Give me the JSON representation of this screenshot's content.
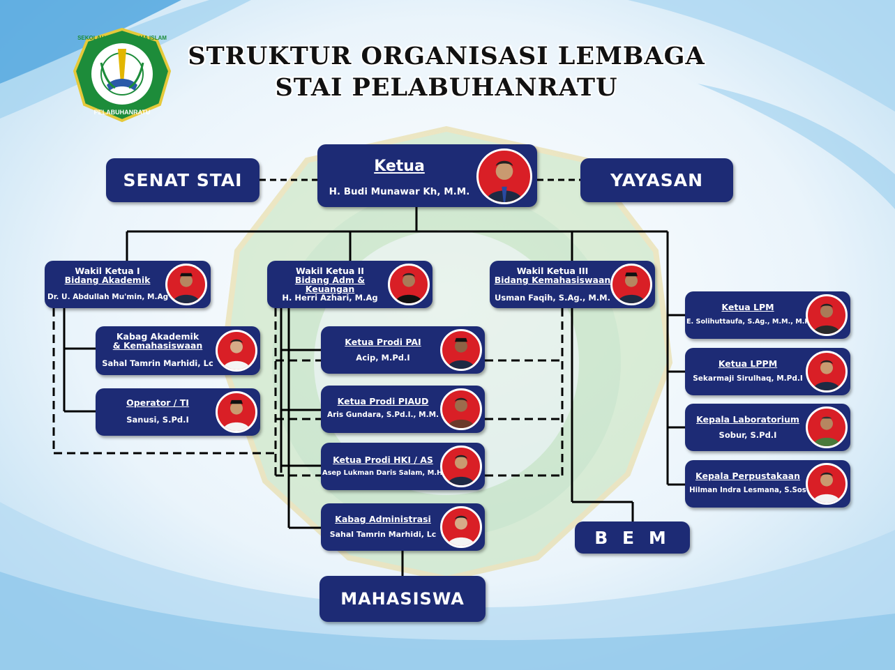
{
  "title": {
    "line1": "STRUKTUR ORGANISASI LEMBAGA",
    "line2": "STAI PELABUHANRATU"
  },
  "logo": {
    "ring_text": "SEKOLAH TINGGI AGAMA ISLAM",
    "bottom_text": "PELABUHANRATU"
  },
  "boxes": {
    "senat": "SENAT STAI",
    "yayasan": "YAYASAN",
    "bem": "B E M",
    "mahasiswa": "MAHASISWA"
  },
  "ketua": {
    "role": "Ketua",
    "name": "H. Budi Munawar Kh, M.M."
  },
  "wakil1": {
    "role1": "Wakil Ketua I",
    "role2": "Bidang Akademik",
    "name": "Dr. U. Abdullah Mu'min, M.Ag"
  },
  "wakil2": {
    "role1": "Wakil Ketua II",
    "role2": "Bidang Adm & Keuangan",
    "name": "H. Herri Azhari, M.Ag"
  },
  "wakil3": {
    "role1": "Wakil Ketua III",
    "role2": "Bidang Kemahasiswaan",
    "name": "Usman Faqih, S.Ag., M.M."
  },
  "kabag_akademik": {
    "role1": "Kabag Akademik",
    "role2": "& Kemahasiswaan",
    "name": "Sahal Tamrin Marhidi, Lc"
  },
  "operator": {
    "role1": "Operator / TI",
    "name": "Sanusi, S.Pd.I"
  },
  "prodi_pai": {
    "role1": "Ketua Prodi PAI",
    "name": "Acip, M.Pd.I"
  },
  "prodi_piaud": {
    "role1": "Ketua Prodi PIAUD",
    "name": "Aris Gundara, S.Pd.I., M.M."
  },
  "prodi_hki": {
    "role1": "Ketua Prodi HKI / AS",
    "name": "Asep Lukman Daris Salam, M.H."
  },
  "kabag_adm": {
    "role1": "Kabag Administrasi",
    "name": "Sahal Tamrin Marhidi, Lc"
  },
  "lpm": {
    "role1": "Ketua LPM",
    "name": "E. Solihuttaufa, S.Ag., M.M., M.Pd"
  },
  "lppm": {
    "role1": "Ketua LPPM",
    "name": "Sekarmaji Sirulhaq, M.Pd.I"
  },
  "lab": {
    "role1": "Kepala Laboratorium",
    "name": "Sobur, S.Pd.I"
  },
  "perpus": {
    "role1": "Kepala Perpustakaan",
    "name": "Hilman Indra Lesmana, S.Sos"
  },
  "colors": {
    "box": "#1d2b75",
    "photo_bg": "#d91f26",
    "line": "#000000"
  }
}
